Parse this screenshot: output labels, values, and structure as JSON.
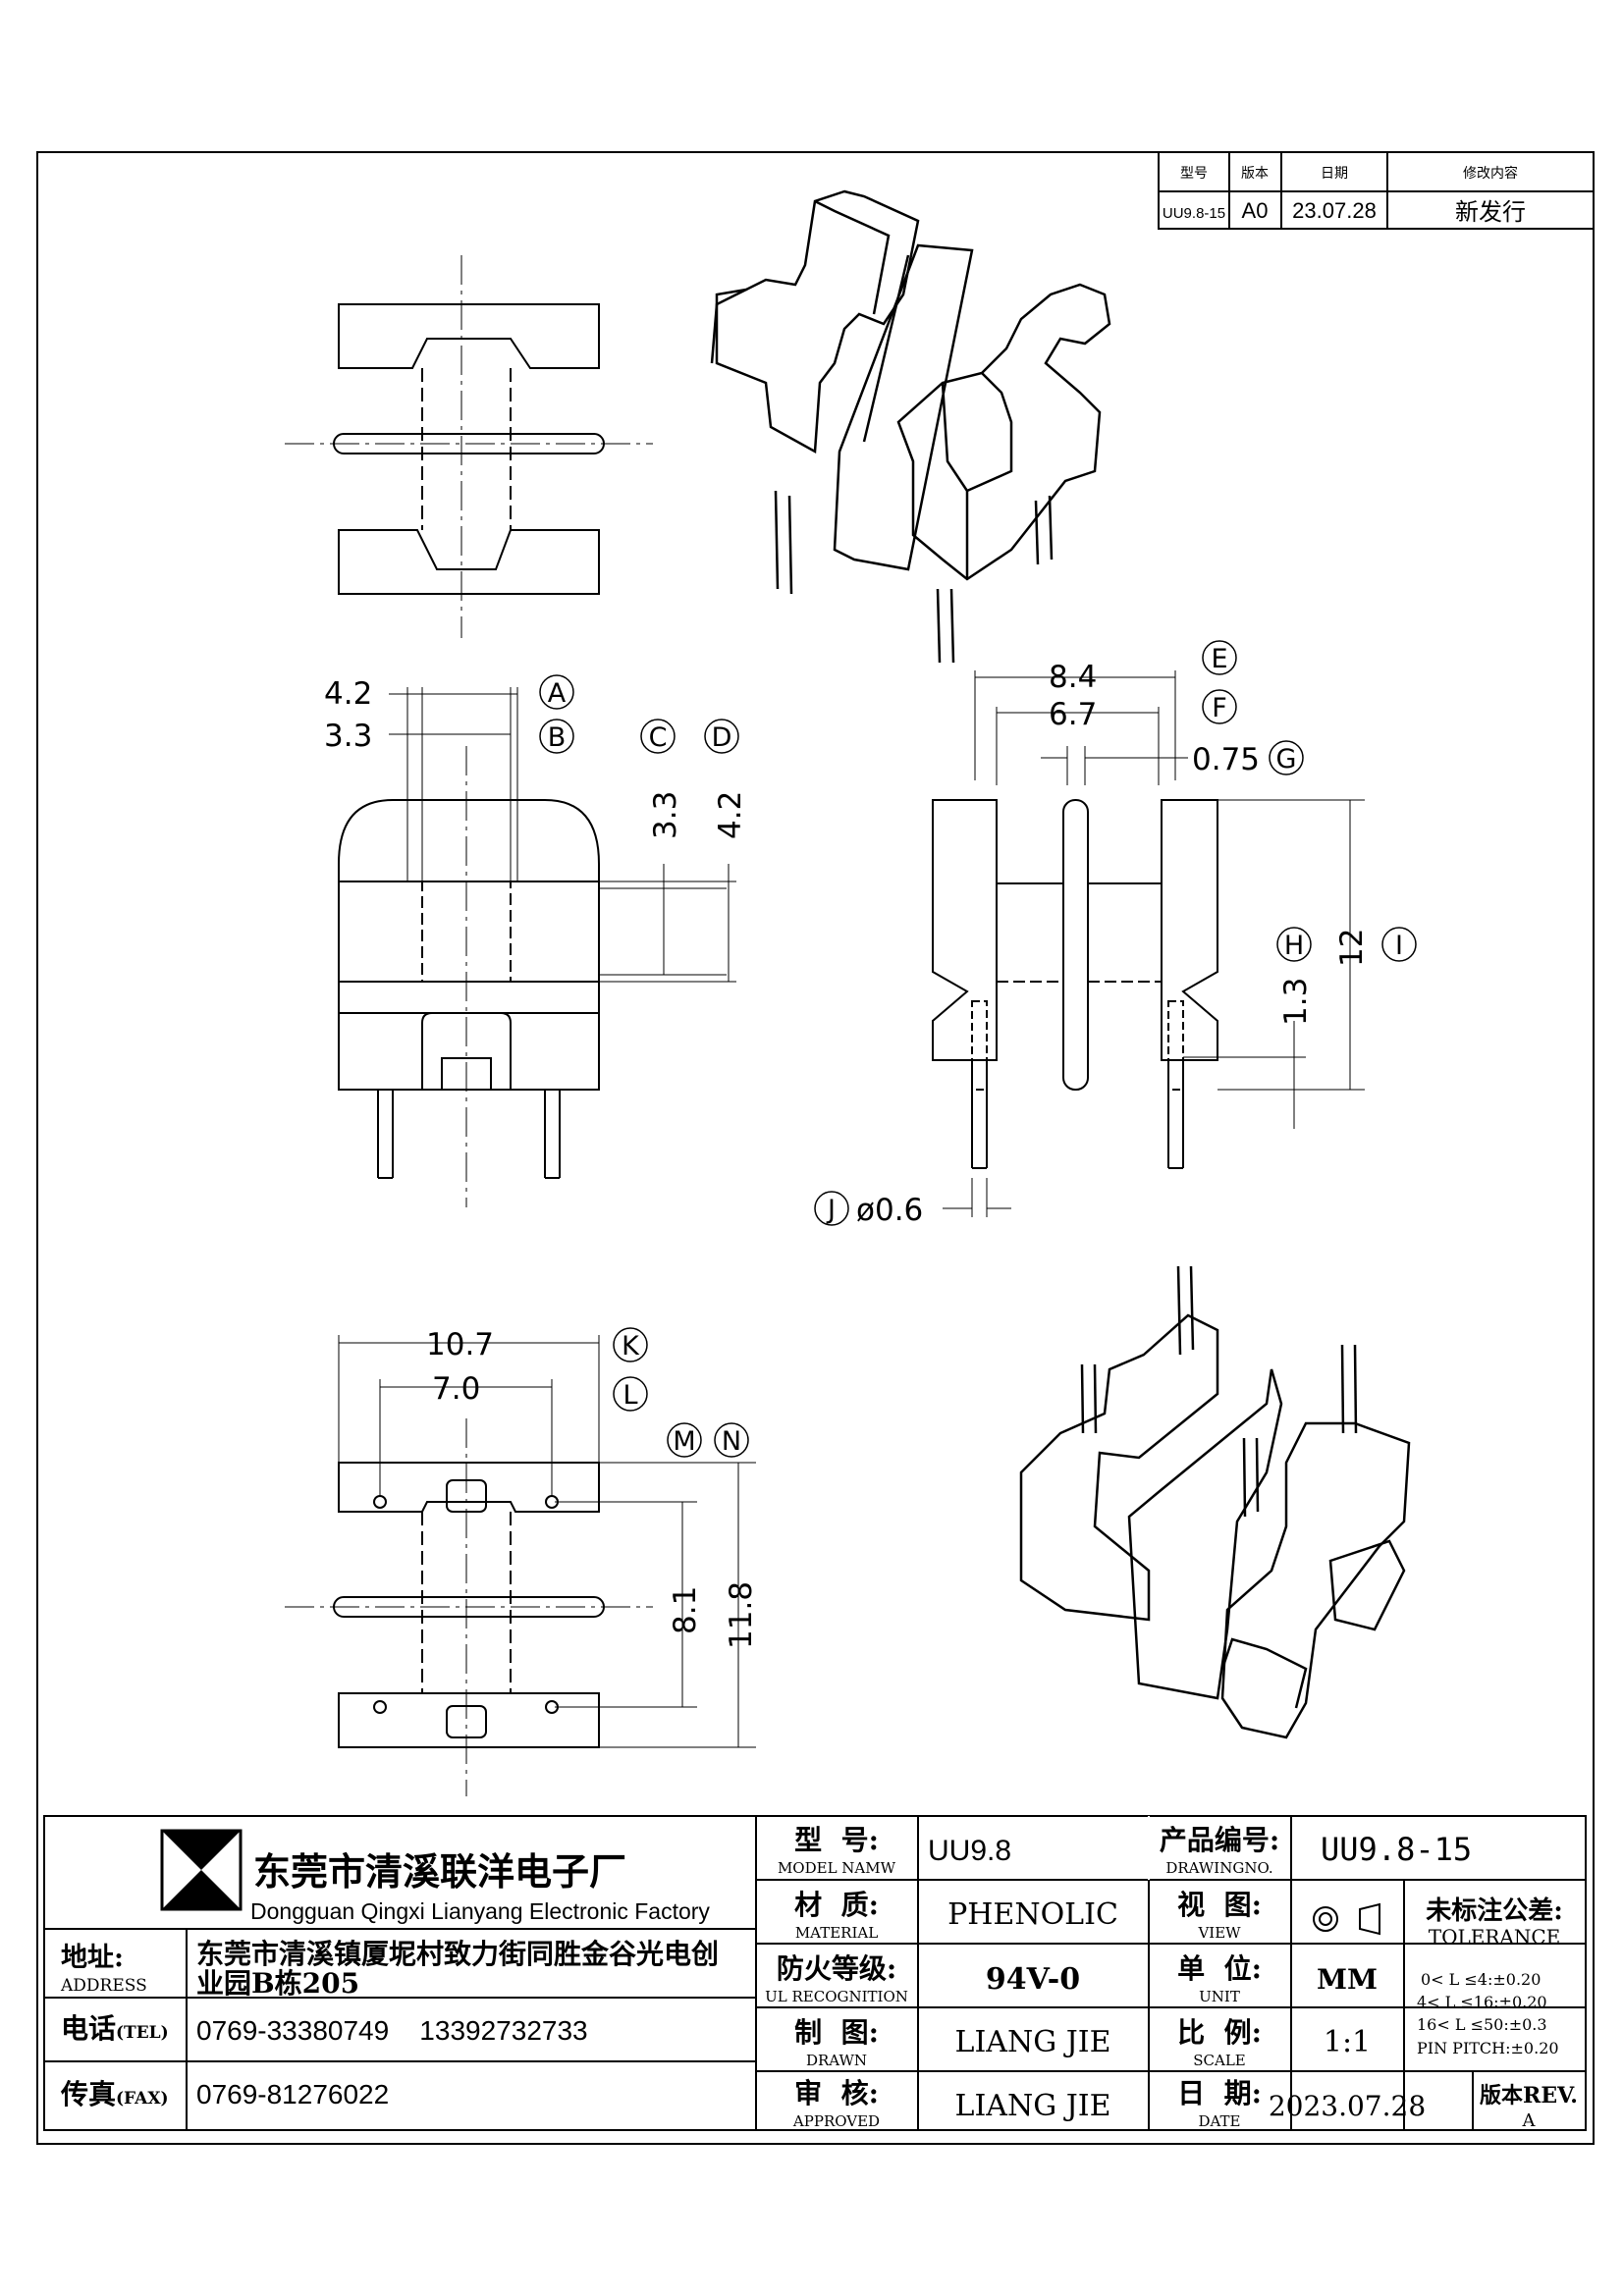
{
  "revision_table": {
    "headers": [
      "型号",
      "版本",
      "日期",
      "修改内容"
    ],
    "row": [
      "UU9.8-15",
      "A0",
      "23.07.28",
      "新发行"
    ]
  },
  "dimensions": {
    "top_w1": "4.2",
    "top_w2": "3.3",
    "side_h1": "3.3",
    "side_h2": "4.2",
    "front_w1": "8.4",
    "front_w2": "6.7",
    "flange": "0.75",
    "pin_len": "1.3",
    "height": "12",
    "pin_dia": "ø0.6",
    "bottom_w1": "10.7",
    "bottom_w2": "7.0",
    "pin_span": "8.1",
    "overall": "11.8"
  },
  "callouts": [
    "A",
    "B",
    "C",
    "D",
    "E",
    "F",
    "G",
    "H",
    "I",
    "J",
    "K",
    "L",
    "M",
    "N"
  ],
  "company": {
    "name_cn": "东莞市清溪联洋电子厂",
    "name_en": "Dongguan Qingxi Lianyang Electronic Factory",
    "address_label_cn": "地址:",
    "address_label_en": "ADDRESS",
    "address_line1": "东莞市清溪镇厦坭村致力街同胜金谷光电创",
    "address_line2": "业园B栋205",
    "tel_label": "电话",
    "tel_label_en": "(TEL)",
    "tel_value": "0769-33380749    13392732733",
    "fax_label": "传真",
    "fax_label_en": "(FAX)",
    "fax_value": "0769-81276022"
  },
  "title_block": {
    "model_label_cn": "型  号:",
    "model_label_en": "MODEL NAMW",
    "model_value": "UU9.8",
    "material_label_cn": "材  质:",
    "material_label_en": "MATERIAL",
    "material_value": "PHENOLIC",
    "fire_label_cn": "防火等级:",
    "fire_label_en": "UL RECOGNITION",
    "fire_value": "94V-0",
    "drawn_label_cn": "制  图:",
    "drawn_label_en": "DRAWN",
    "drawn_value": "LIANG JIE",
    "approved_label_cn": "审  核:",
    "approved_label_en": "APPROVED",
    "approved_value": "LIANG JIE",
    "drawingno_label_cn": "产品编号:",
    "drawingno_label_en": "DRAWINGNO.",
    "drawingno_value": "UU9.8-15",
    "view_label_cn": "视  图:",
    "view_label_en": "VIEW",
    "unit_label_cn": "单  位:",
    "unit_label_en": "UNIT",
    "unit_value": "MM",
    "scale_label_cn": "比  例:",
    "scale_label_en": "SCALE",
    "scale_value": "1:1",
    "date_label_cn": "日  期:",
    "date_label_en": "DATE",
    "date_value": "2023.07.28",
    "tol_title_cn": "未标注公差:",
    "tol_title_en": "TOLERANCE",
    "tol_lines": [
      "0< L ≤4:±0.20",
      "4< L ≤16:±0.20",
      "16< L ≤50:±0.3",
      "PIN PITCH:±0.20"
    ],
    "rev_label": "版本REV.",
    "rev_value": "A"
  }
}
